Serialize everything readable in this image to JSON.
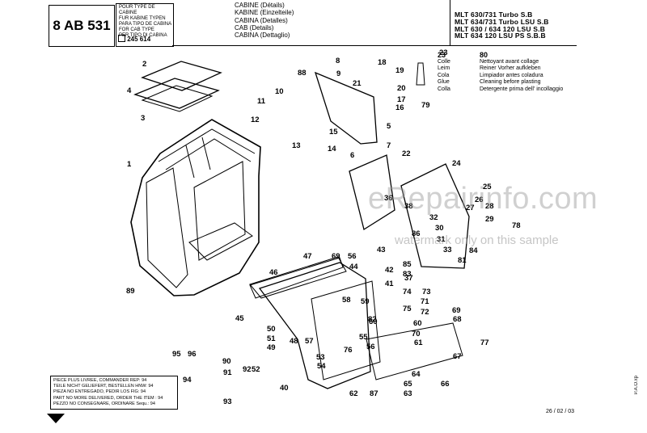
{
  "header": {
    "code": "8 AB 531",
    "cab_type_lines": [
      "POUR TYPE DE CABINE",
      "FUR KABINE TYPEN",
      "PARA TIPO DE CABINA",
      "FOR CAB TYPE",
      "PER TIPO DI CABINA"
    ],
    "cab_type_number": "245 614",
    "title_lines": [
      "CABINE (Détails)",
      "KABINE (Einzelteile)",
      "CABINA (Detalles)",
      "CAB (Details)",
      "CABINA (Dettaglio)"
    ],
    "models": [
      "MLT 630/731 Turbo S.B",
      "MLT 634/731 Turbo LSU S.B",
      "MLT 630 / 634 120 LSU S.B",
      "MLT 634 120 LSU PS S.B.B"
    ]
  },
  "legend": {
    "left_numbers": [
      "23",
      "Colle",
      "Leim",
      "Cola",
      "Glue",
      "Colla"
    ],
    "right_number": "80",
    "right_lines": [
      "Nettoyant avant collage",
      "Reiner Vorher aufkleben",
      "Limpiador antes coladura",
      "Cleaning before plasting",
      "Detergente prima dell' incollaggio"
    ]
  },
  "footnote": {
    "lines": [
      "PIECE PLUS LIVREE, COMMANDER REP: 94",
      "TEILE NICHT GELIEFERT, BESTELLEN HNW: 94",
      "PIEZA NO ENTREGADO, PEDIR LOS FIG: 94",
      "PART NO MORE DELIVERED, ORDER THE ITEM : 94",
      "PEZZO NO CONSEGNARE, ORDINARE Sequ.: 94"
    ]
  },
  "date": "26 / 02 / 03",
  "side_code": "P.A.O.xp",
  "watermark": {
    "site": "eRepairinfo.com",
    "note": "watermark only on this sample"
  },
  "callouts": [
    "1",
    "2",
    "3",
    "4",
    "5",
    "6",
    "7",
    "8",
    "9",
    "10",
    "11",
    "12",
    "13",
    "14",
    "15",
    "16",
    "17",
    "18",
    "19",
    "20",
    "21",
    "22",
    "23",
    "24",
    "25",
    "26",
    "27",
    "28",
    "29",
    "30",
    "31",
    "32",
    "33",
    "36",
    "37",
    "38",
    "40",
    "41",
    "42",
    "43",
    "44",
    "45",
    "46",
    "47",
    "48",
    "49",
    "50",
    "51",
    "52",
    "53",
    "54",
    "55",
    "56",
    "57",
    "58",
    "59",
    "60",
    "61",
    "62",
    "63",
    "64",
    "65",
    "66",
    "67",
    "68",
    "69",
    "70",
    "71",
    "72",
    "73",
    "74",
    "75",
    "76",
    "77",
    "78",
    "79",
    "80",
    "81",
    "82",
    "83",
    "84",
    "85",
    "86",
    "87",
    "88",
    "89",
    "90",
    "91",
    "92",
    "93",
    "94",
    "95",
    "96"
  ]
}
